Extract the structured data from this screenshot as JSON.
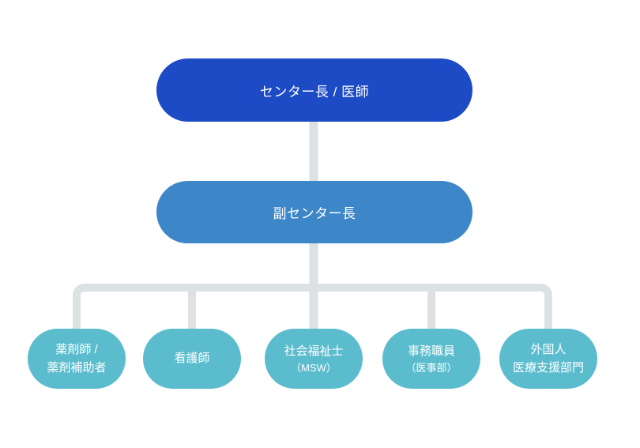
{
  "diagram": {
    "type": "org-chart",
    "director": {
      "label": "センター長 / 医師"
    },
    "deputy": {
      "label": "副センター長"
    },
    "departments": [
      {
        "id": "pharmacist",
        "lines": [
          "薬剤師 /",
          "薬剤補助者"
        ]
      },
      {
        "id": "nurse",
        "lines": [
          "看護師"
        ]
      },
      {
        "id": "social-worker",
        "lines": [
          "社会福祉士",
          "（MSW）"
        ]
      },
      {
        "id": "admin-staff",
        "lines": [
          "事務職員",
          "（医事部）"
        ]
      },
      {
        "id": "foreign-support",
        "lines": [
          "外国人",
          "医療支援部門"
        ]
      }
    ]
  },
  "colors": {
    "director_fill": "#1d4ac5",
    "deputy_fill": "#3d87c9",
    "department_fill": "#5abccd",
    "connector": "#dce1e4",
    "text": "#ffffff",
    "background": "#ffffff"
  }
}
